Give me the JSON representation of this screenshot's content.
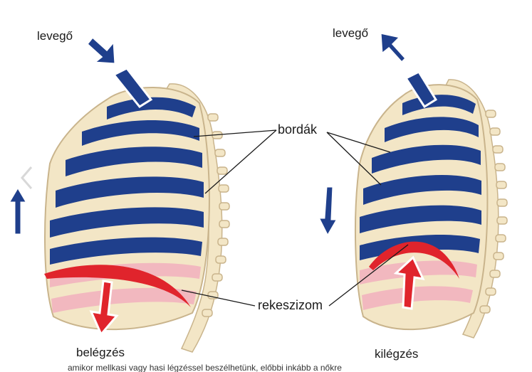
{
  "labels": {
    "air_left": "levegő",
    "air_right": "levegő",
    "ribs": "bordák",
    "diaphragm": "rekeszizom",
    "inhalation": "belégzés",
    "exhalation": "kilégzés"
  },
  "bottom_text": "amikor mellkasi vagy hasi légzéssel beszélhetünk, előbbi inkább a nőkre",
  "colors": {
    "bone": "#f3e6c6",
    "bone_outline": "#c9b48c",
    "lung": "#1f3f8c",
    "lung_lower": "#f2b8bf",
    "diaphragm": "#e0242c",
    "arrow_blue": "#1f3f8c",
    "arrow_red": "#e0242c"
  },
  "icons": {
    "nav_prev": "chevron-left-icon"
  }
}
